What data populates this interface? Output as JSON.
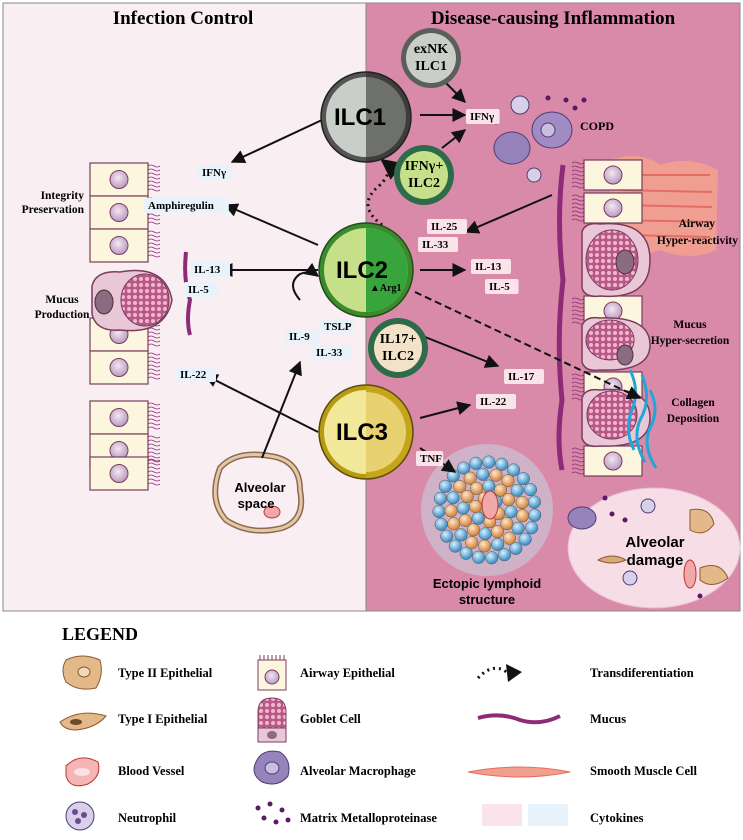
{
  "panels": {
    "left_title": "Infection Control",
    "right_title": "Disease-causing Inflammation"
  },
  "cells": {
    "ilc1": "ILC1",
    "ilc2": "ILC2",
    "ilc3": "ILC3",
    "exnk_line1": "exNK",
    "exnk_line2": "ILC1",
    "ifng_ilc2_line1": "IFNγ+",
    "ifng_ilc2_line2": "ILC2",
    "il17_ilc2_line1": "IL17+",
    "il17_ilc2_line2": "ILC2",
    "arg1": "▲Arg1"
  },
  "cytokines": {
    "left_ifng": "IFNγ",
    "amphiregulin": "Amphiregulin",
    "left_il13": "IL-13",
    "left_il5": "IL-5",
    "left_il22": "IL-22",
    "tslp": "TSLP",
    "il9": "IL-9",
    "il33_left": "IL-33",
    "right_ifng": "IFNγ",
    "il25": "IL-25",
    "il33_right": "IL-33",
    "right_il13": "IL-13",
    "right_il5": "IL-5",
    "il17": "IL-17",
    "right_il22": "IL-22",
    "tnf": "TNF"
  },
  "left_labels": {
    "integrity_line1": "Integrity",
    "integrity_line2": "Preservation",
    "mucus_line1": "Mucus",
    "mucus_line2": "Production"
  },
  "right_labels": {
    "copd": "COPD",
    "airway_line1": "Airway",
    "airway_line2": "Hyper-reactivity",
    "mucus_line1": "Mucus",
    "mucus_line2": "Hyper-secretion",
    "collagen_line1": "Collagen",
    "collagen_line2": "Deposition",
    "alveolar_damage_line1": "Alveolar",
    "alveolar_damage_line2": "damage",
    "ectopic_line1": "Ectopic lymphoid",
    "ectopic_line2": "structure",
    "alveolar_space_line1": "Alveolar",
    "alveolar_space_line2": "space"
  },
  "legend": {
    "title": "LEGEND",
    "items": [
      {
        "label": "Type II Epithelial",
        "icon": "type-ii-epithelial-icon"
      },
      {
        "label": "Airway Epithelial",
        "icon": "airway-epithelial-icon"
      },
      {
        "label": "Transdiferentiation",
        "icon": "transdifferentiation-arrow-icon"
      },
      {
        "label": "Type I Epithelial",
        "icon": "type-i-epithelial-icon"
      },
      {
        "label": "Goblet Cell",
        "icon": "goblet-cell-icon"
      },
      {
        "label": "Mucus",
        "icon": "mucus-icon"
      },
      {
        "label": "Blood Vessel",
        "icon": "blood-vessel-icon"
      },
      {
        "label": "Alveolar Macrophage",
        "icon": "alveolar-macrophage-icon"
      },
      {
        "label": "Smooth Muscle Cell",
        "icon": "smooth-muscle-cell-icon"
      },
      {
        "label": "Neutrophil",
        "icon": "neutrophil-icon"
      },
      {
        "label": "Matrix Metalloproteinase",
        "icon": "matrix-metalloproteinase-icon"
      },
      {
        "label": "Cytokines",
        "icon": "cytokines-icon"
      }
    ]
  },
  "colors": {
    "left_bg": "#f9eef2",
    "right_bg": "#d98aa8",
    "ilc1": "#c9cfc8",
    "ilc2": "#c6e08a",
    "ilc3": "#f1e89a",
    "mucus": "#8e2b78",
    "collagen": "#1ea7d8",
    "cytokine_pink": "#fbe3ea",
    "cytokine_blue": "#e8f2fb"
  }
}
